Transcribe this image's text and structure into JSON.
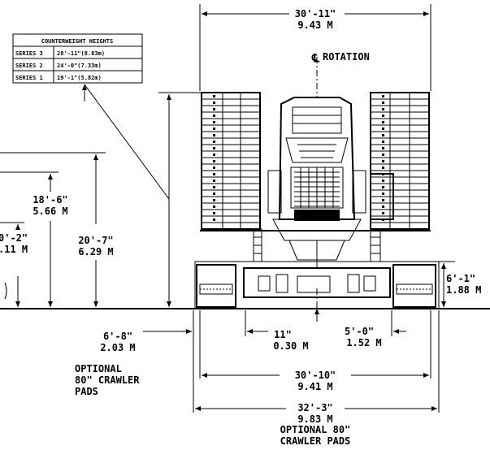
{
  "table": {
    "header": "COUNTERWEIGHT HEIGHTS",
    "rows": [
      {
        "series": "SERIES 3",
        "value": "28'-11\"(8.83m)"
      },
      {
        "series": "SERIES 2",
        "value": "24'-0\"(7.33m)"
      },
      {
        "series": "SERIES 1",
        "value": "19'-1\"(5.82m)"
      }
    ]
  },
  "dims": {
    "top_ft": "30'-11\"",
    "top_m": "9.43 M",
    "rotation": "ROTATION",
    "d18_ft": "18'-6\"",
    "d18_m": "5.66 M",
    "d20_ft": "20'-7\"",
    "d20_m": "6.29 M",
    "d10_ft": "0'-2\"",
    "d10_m": ".11 M",
    "d6r_ft": "6'-1\"",
    "d6r_m": "1.88 M",
    "d6l_ft": "6'-8\"",
    "d6l_m": "2.03 M",
    "d11_ft": "11\"",
    "d11_m": "0.30 M",
    "d5_ft": "5'-0\"",
    "d5_m": "1.52 M",
    "d30_ft": "30'-10\"",
    "d30_m": "9.41 M",
    "d32_ft": "32'-3\"",
    "d32_m": "9.83 M"
  },
  "notes": {
    "pads_left": [
      "OPTIONAL",
      "80\" CRAWLER",
      "PADS"
    ],
    "pads_bottom": [
      "OPTIONAL 80\"",
      "CRAWLER PADS"
    ]
  }
}
